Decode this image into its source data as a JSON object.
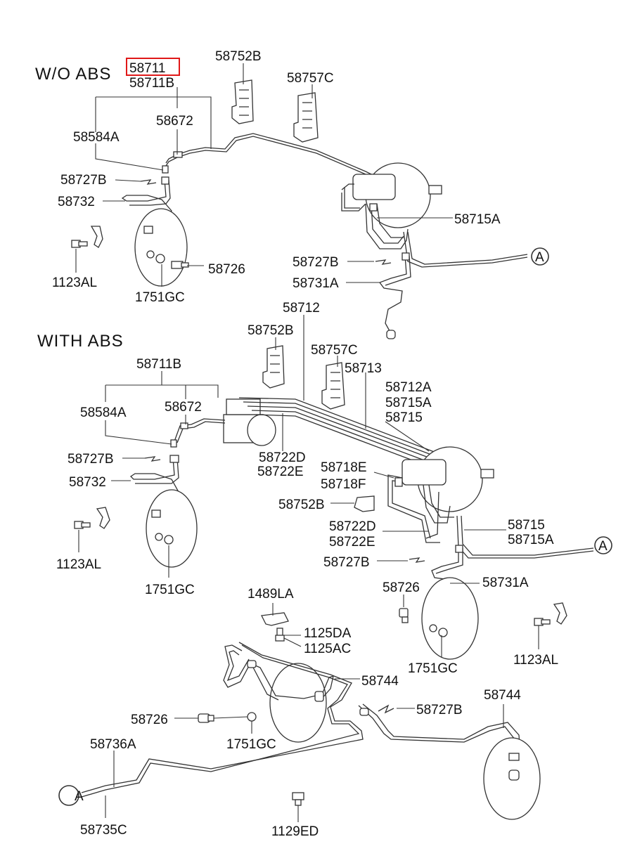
{
  "sections": {
    "wo_abs": "W/O  ABS",
    "with_abs": "WITH  ABS"
  },
  "highlight_color": "#e01818",
  "labels": {
    "wo_58711": "58711",
    "wo_58711b": "58711B",
    "wo_58752b": "58752B",
    "wo_58757c": "58757C",
    "wo_58584a": "58584A",
    "wo_58672": "58672",
    "wo_58727b_l": "58727B",
    "wo_58732": "58732",
    "wo_1123al": "1123AL",
    "wo_1751gc": "1751GC",
    "wo_58726": "58726",
    "wo_58715a": "58715A",
    "wo_58727b_r": "58727B",
    "wo_58731a": "58731A",
    "wo_a": "A",
    "ab_58712": "58712",
    "ab_58752b_t": "58752B",
    "ab_58757c": "58757C",
    "ab_58713": "58713",
    "ab_58711b": "58711B",
    "ab_58712a": "58712A",
    "ab_58715a_t": "58715A",
    "ab_58715_t": "58715",
    "ab_58584a": "58584A",
    "ab_58672": "58672",
    "ab_58722d_t": "58722D",
    "ab_58722e_t": "58722E",
    "ab_58727b_l": "58727B",
    "ab_58718e": "58718E",
    "ab_58718f": "58718F",
    "ab_58732": "58732",
    "ab_58752b_m": "58752B",
    "ab_58722d_b": "58722D",
    "ab_58722e_b": "58722E",
    "ab_58715_b": "58715",
    "ab_58715a_b": "58715A",
    "ab_1123al_l": "1123AL",
    "ab_58727b_r": "58727B",
    "ab_a": "A",
    "ab_1751gc_l": "1751GC",
    "ab_58731a": "58731A",
    "ab_58726_r": "58726",
    "ab_1489la": "1489LA",
    "ab_1125da": "1125DA",
    "ab_1125ac": "1125AC",
    "ab_1751gc_r": "1751GC",
    "ab_1123al_r": "1123AL",
    "rr_58744_l": "58744",
    "rr_58744_r": "58744",
    "rr_58726": "58726",
    "rr_58727b": "58727B",
    "rr_1751gc": "1751GC",
    "rr_58736a": "58736A",
    "rr_a": "A",
    "rr_58735c": "58735C",
    "rr_1129ed": "1129ED"
  }
}
